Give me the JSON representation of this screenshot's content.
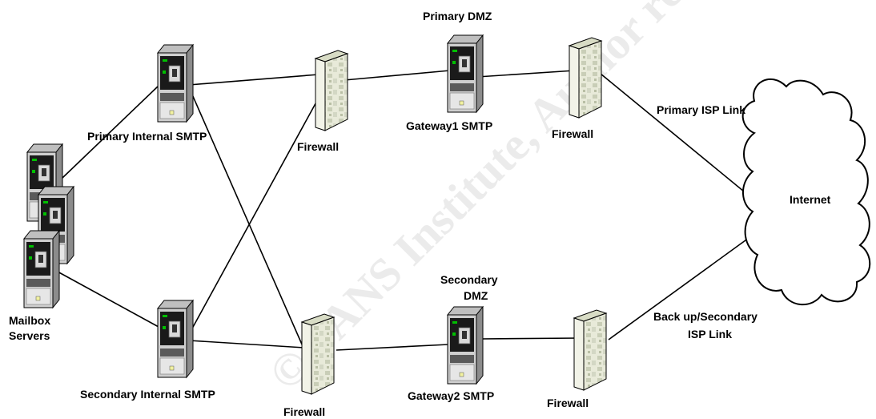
{
  "labels": {
    "primary_internal_smtp": "Primary Internal  SMTP",
    "secondary_internal_smtp": "Secondary Internal SMTP",
    "mailbox_servers_line1": "Mailbox",
    "mailbox_servers_line2": "Servers",
    "firewall_top_left": "Firewall",
    "firewall_bottom_left": "Firewall",
    "firewall_top_right": "Firewall",
    "firewall_bottom_right": "Firewall",
    "primary_dmz": "Primary DMZ",
    "secondary_dmz_line1": "Secondary",
    "secondary_dmz_line2": "DMZ",
    "gateway1_smtp": "Gateway1 SMTP",
    "gateway2_smtp": "Gateway2 SMTP",
    "primary_isp_link": "Primary ISP Link",
    "backup_isp_link_line1": "Back up/Secondary",
    "backup_isp_link_line2": "ISP Link",
    "internet": "Internet"
  },
  "watermark": "© SANS Institute, Author retains full rights",
  "icons": {
    "server": "tower-server-icon",
    "firewall": "brick-wall-firewall-icon",
    "internet": "cloud-icon"
  }
}
